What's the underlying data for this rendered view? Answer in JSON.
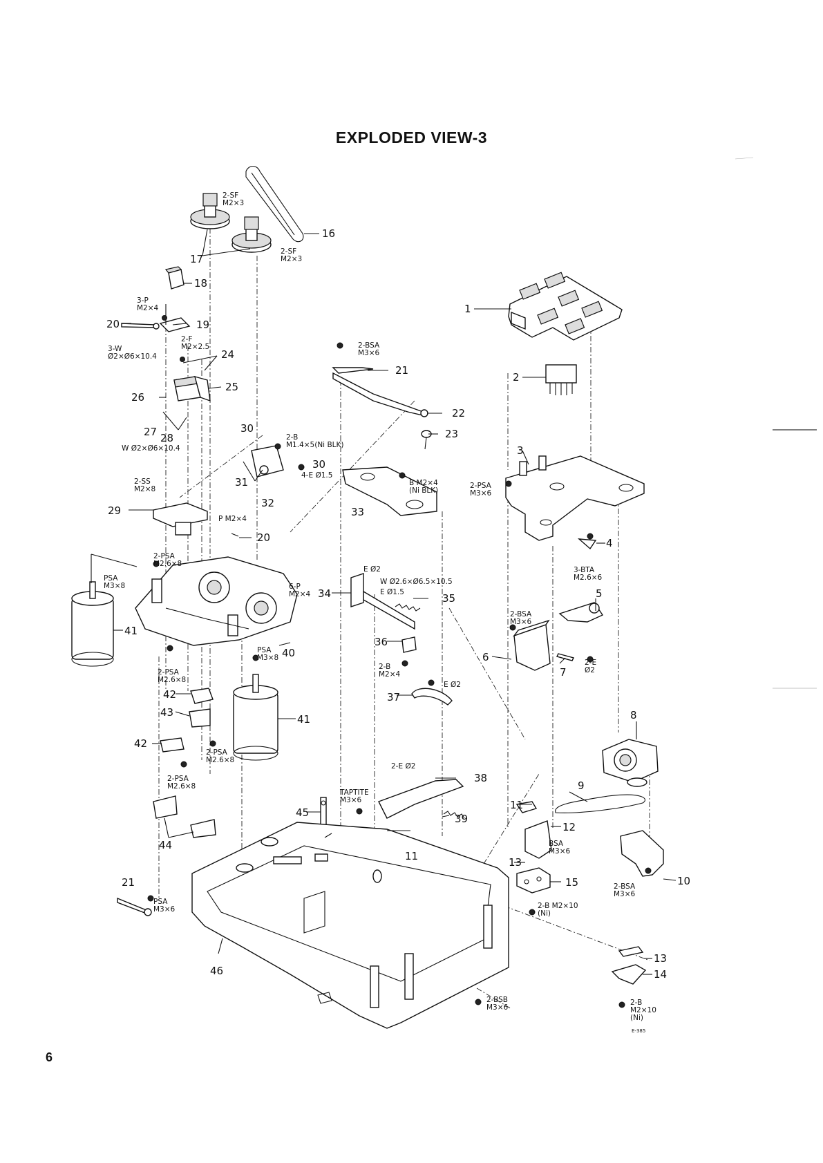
{
  "title": "EXPLODED VIEW-3",
  "page_number": "6",
  "drawing_code": "E-385",
  "callouts": [
    "1",
    "2",
    "3",
    "4",
    "5",
    "6",
    "7",
    "8",
    "9",
    "10",
    "11",
    "11",
    "12",
    "13",
    "13",
    "14",
    "15",
    "16",
    "17",
    "18",
    "19",
    "20",
    "20",
    "21",
    "21",
    "22",
    "23",
    "24",
    "25",
    "26",
    "27",
    "28",
    "29",
    "30",
    "30",
    "31",
    "32",
    "33",
    "34",
    "35",
    "36",
    "37",
    "38",
    "39",
    "40",
    "41",
    "41",
    "42",
    "42",
    "43",
    "44",
    "45",
    "46"
  ],
  "hardware": {
    "sf_a": [
      "2-SF",
      "M2×3"
    ],
    "sf_b": [
      "2-SF",
      "M2×3"
    ],
    "p3": [
      "3-P",
      "M2×4"
    ],
    "f2": [
      "2-F",
      "M2×2.5"
    ],
    "w3": [
      "3-W",
      "Ø2×Ø6×10.4"
    ],
    "w_single": [
      "W  Ø2×Ø6×10.4"
    ],
    "bsa_top": [
      "2-BSA",
      "M3×6"
    ],
    "b_nibk": [
      "2-B",
      "M1.4×5(Ni BLK)"
    ],
    "e4": [
      "4-E  Ø1.5"
    ],
    "b_m2": [
      "B  M2×4",
      "(Ni BLK)"
    ],
    "ss2": [
      "2-SS",
      "M2×8"
    ],
    "p_m2": [
      "P  M2×4"
    ],
    "psa_plate": [
      "2-PSA",
      "M3×6"
    ],
    "bta3": [
      "3-BTA",
      "M2.6×6"
    ],
    "psa26_top": [
      "2-PSA",
      "M2.6×8"
    ],
    "psa_m3x8_left": [
      "PSA",
      "M3×8"
    ],
    "p6": [
      "6-P",
      "M2×4"
    ],
    "e_e02": [
      "E  Ø2"
    ],
    "w_026": [
      "W  Ø2.6×Ø6.5×10.5"
    ],
    "e_015": [
      "E  Ø1.5"
    ],
    "bsa_mid": [
      "2-BSA",
      "M3×6"
    ],
    "e2_small": [
      "2-E",
      "Ø2"
    ],
    "psa_m3x8_mid": [
      "PSA",
      "M3×8"
    ],
    "psa26_left": [
      "2-PSA",
      "M2.6×8"
    ],
    "b_m2x4": [
      "2-B",
      "M2×4"
    ],
    "e02_37": [
      "E  Ø2"
    ],
    "psa26_b": [
      "2-PSA",
      "M2.6×8"
    ],
    "psa26_c": [
      "2-PSA",
      "M2.6×8"
    ],
    "e2_38": [
      "2-E  Ø2"
    ],
    "taptite": [
      "TAPTITE",
      "M3×6"
    ],
    "bsa_12": [
      "BSA",
      "M3×6"
    ],
    "b_m2x10a": [
      "2-B  M2×10",
      "(Ni)"
    ],
    "bsa_10": [
      "2-BSA",
      "M3×6"
    ],
    "psa_21": [
      "PSA",
      "M3×6"
    ],
    "bsb": [
      "2-BSB",
      "M3×6"
    ],
    "b_m2x10b": [
      "2-B",
      "M2×10",
      "(Ni)"
    ]
  }
}
